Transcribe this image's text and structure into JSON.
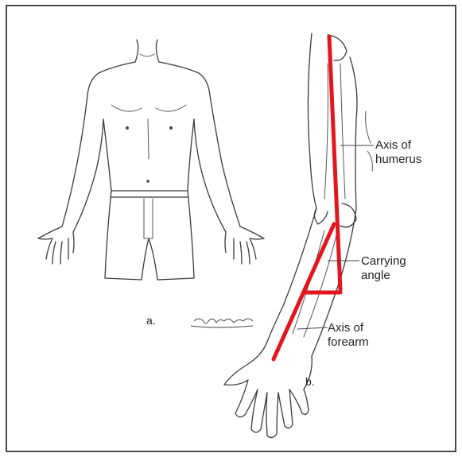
{
  "labels": {
    "axis_humerus_line1": "Axis of",
    "axis_humerus_line2": "humerus",
    "carrying_line1": "Carrying",
    "carrying_line2": "angle",
    "axis_forearm_line1": "Axis of",
    "axis_forearm_line2": "forearm"
  },
  "panels": {
    "a": "a.",
    "b": "b."
  },
  "signature": "Tony M. dean",
  "colors": {
    "axis_lines": "#e3161d",
    "ink": "#3a3a3a",
    "frame": "#4a4a4a"
  }
}
